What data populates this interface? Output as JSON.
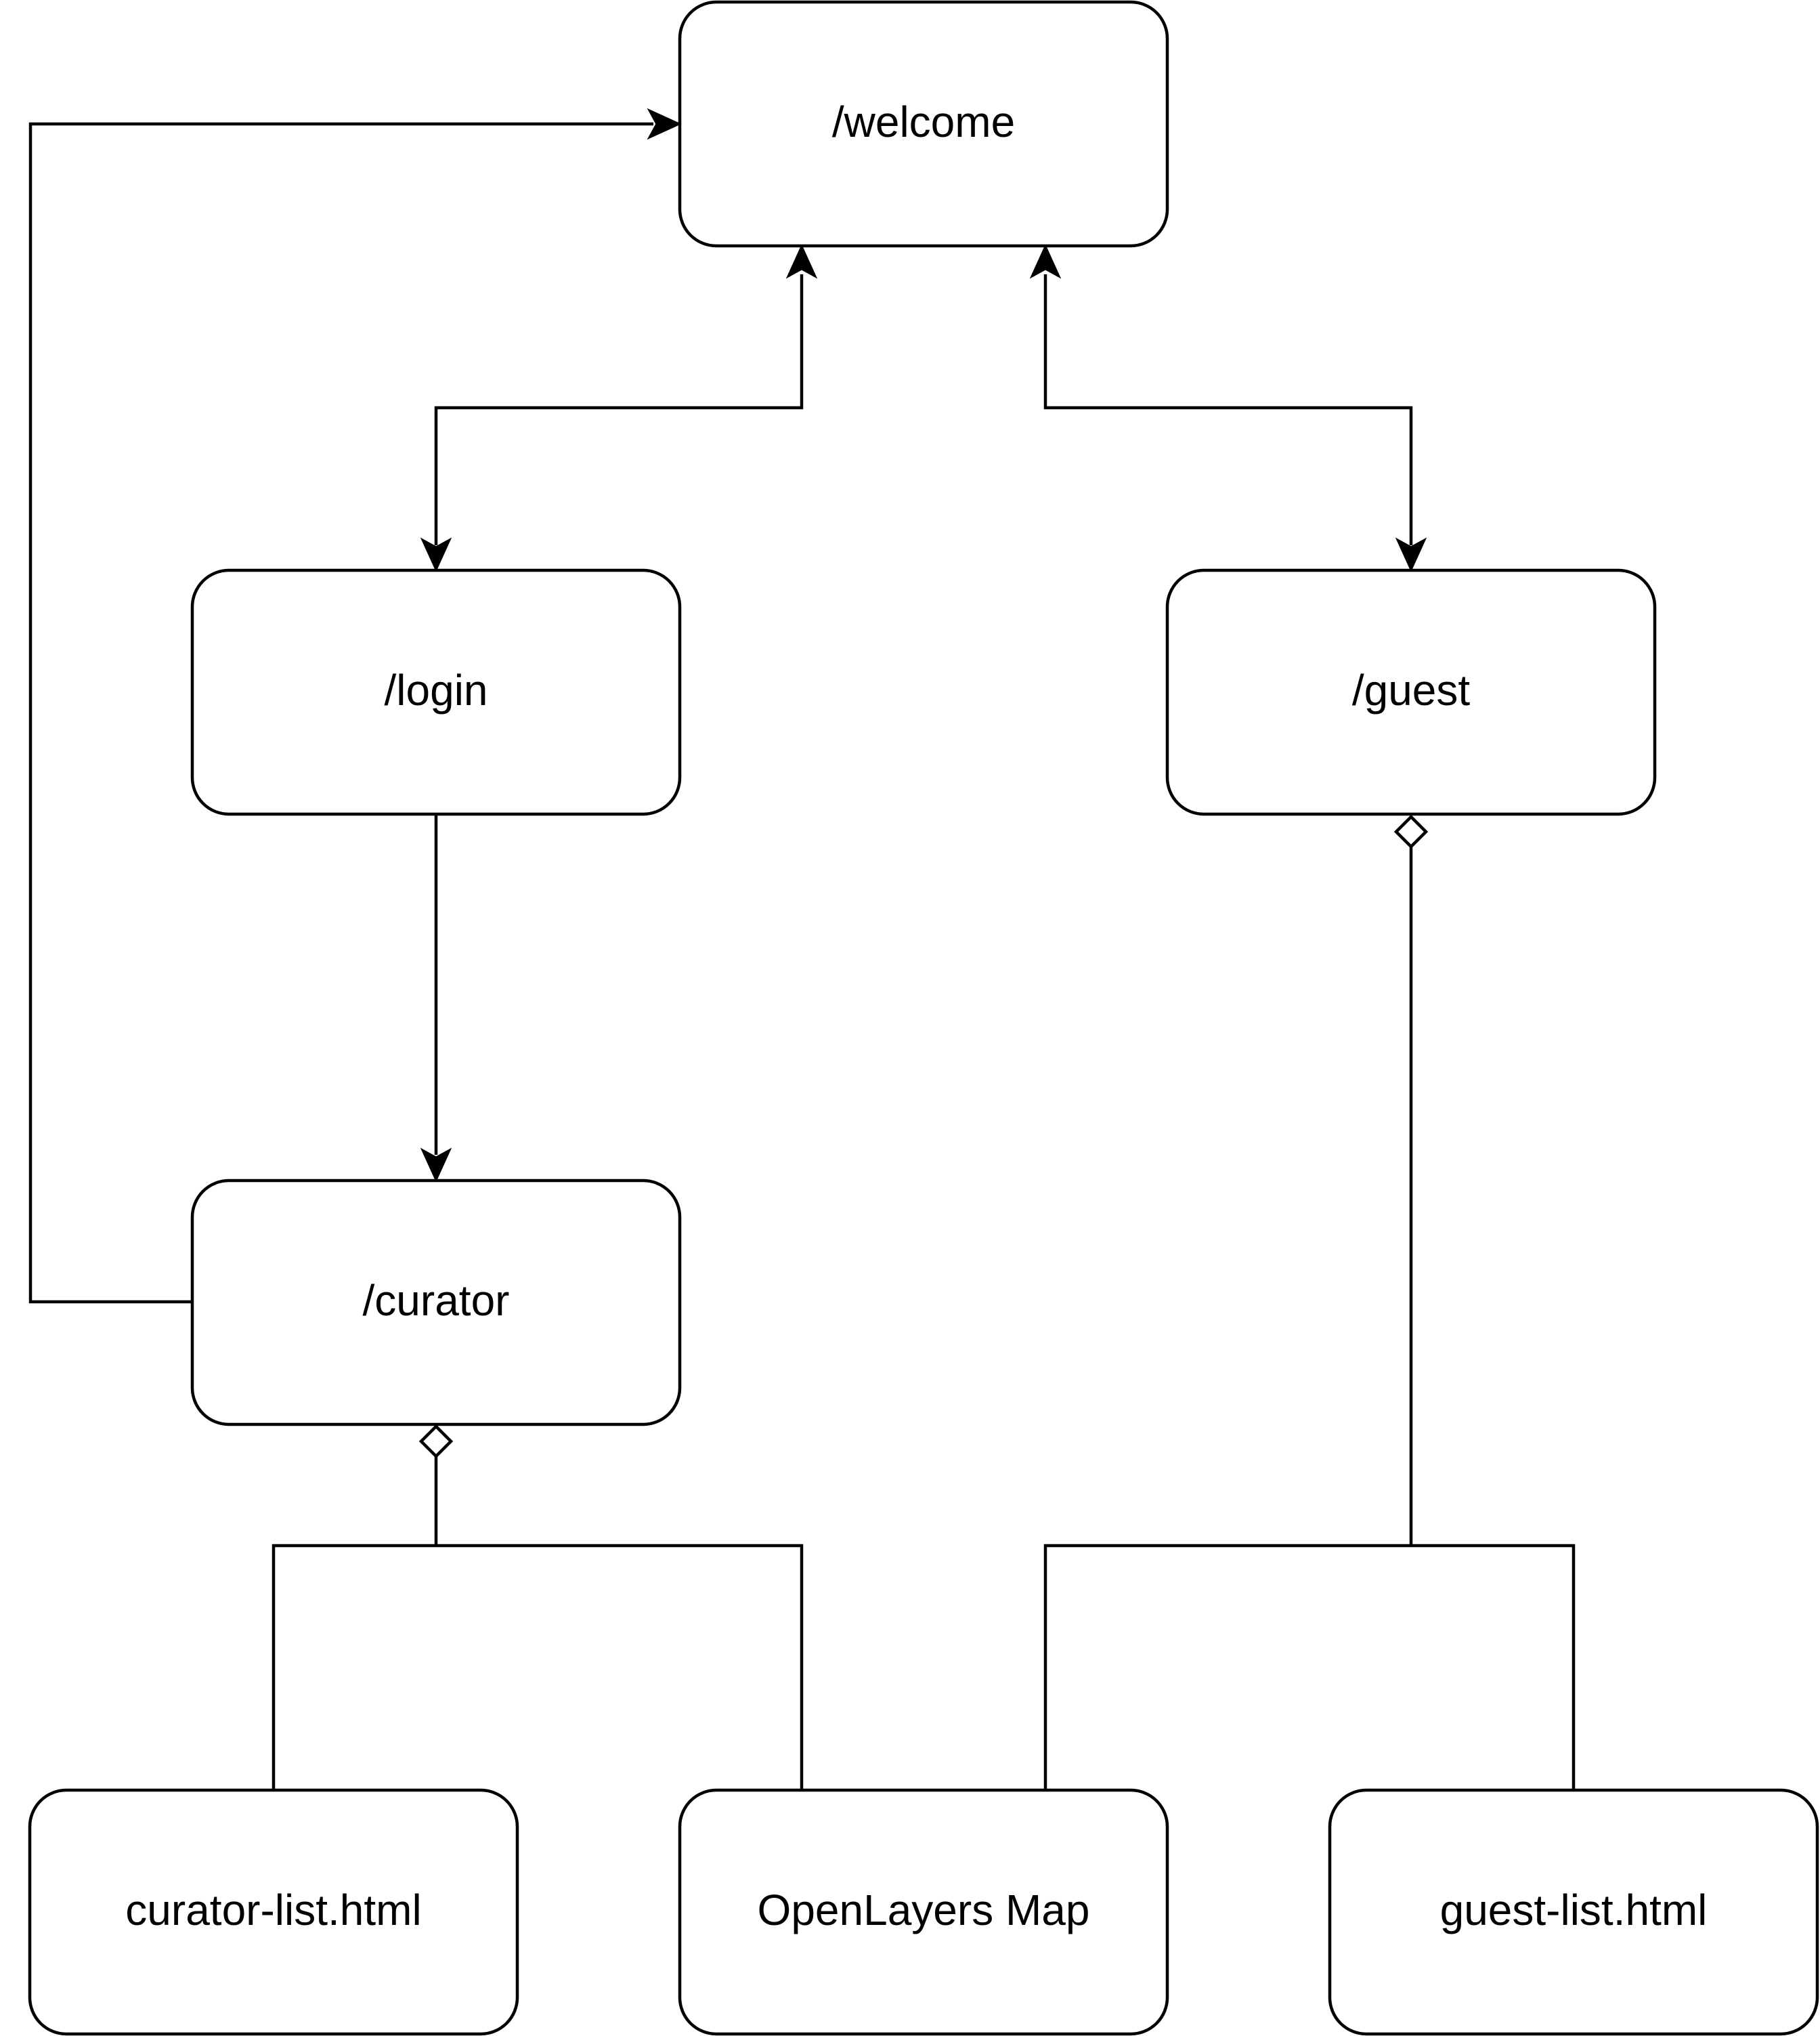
{
  "diagram": {
    "nodes": {
      "welcome": "/welcome",
      "login": "/login",
      "guest": "/guest",
      "curator": "/curator",
      "curator_list": "curator-list.html",
      "openlayers_map": "OpenLayers Map",
      "guest_list": "guest-list.html"
    },
    "edges": [
      {
        "from": "welcome",
        "to": "login",
        "type": "bidirectional-arrow"
      },
      {
        "from": "welcome",
        "to": "guest",
        "type": "bidirectional-arrow"
      },
      {
        "from": "login",
        "to": "curator",
        "type": "arrow"
      },
      {
        "from": "curator",
        "to": "welcome",
        "type": "arrow"
      },
      {
        "from": "curator",
        "to": "curator_list",
        "type": "aggregation"
      },
      {
        "from": "curator",
        "to": "openlayers_map",
        "type": "aggregation"
      },
      {
        "from": "guest",
        "to": "openlayers_map",
        "type": "aggregation"
      },
      {
        "from": "guest",
        "to": "guest_list",
        "type": "aggregation"
      }
    ]
  }
}
